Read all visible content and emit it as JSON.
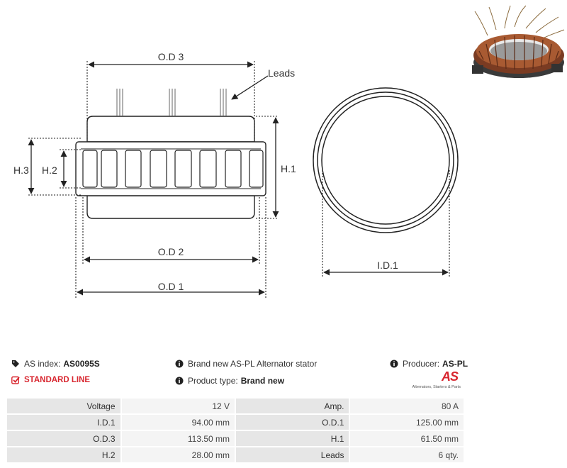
{
  "drawing": {
    "dim_od3": "O.D 3",
    "dim_od2": "O.D 2",
    "dim_od1": "O.D 1",
    "dim_h1": "H.1",
    "dim_h2": "H.2",
    "dim_h3": "H.3",
    "dim_id1": "I.D.1",
    "leads_label": "Leads"
  },
  "info": {
    "as_index_label": "AS index:",
    "as_index_value": "AS0095S",
    "line_label": "STANDARD LINE",
    "description": "Brand new AS-PL Alternator stator",
    "product_type_label": "Product type:",
    "product_type_value": "Brand new",
    "producer_label": "Producer:",
    "producer_value": "AS-PL"
  },
  "logo": {
    "mark": "AS",
    "tagline": "Alternators, Starters & Parts"
  },
  "colors": {
    "accent_red": "#d8262f",
    "key_cell_bg": "#e6e6e6",
    "value_cell_bg": "#f4f4f4"
  },
  "specs": [
    {
      "k1": "Voltage",
      "v1": "12 V",
      "k2": "Amp.",
      "v2": "80 A"
    },
    {
      "k1": "I.D.1",
      "v1": "94.00 mm",
      "k2": "O.D.1",
      "v2": "125.00 mm"
    },
    {
      "k1": "O.D.3",
      "v1": "113.50 mm",
      "k2": "H.1",
      "v2": "61.50 mm"
    },
    {
      "k1": "H.2",
      "v1": "28.00 mm",
      "k2": "Leads",
      "v2": "6 qty."
    }
  ]
}
